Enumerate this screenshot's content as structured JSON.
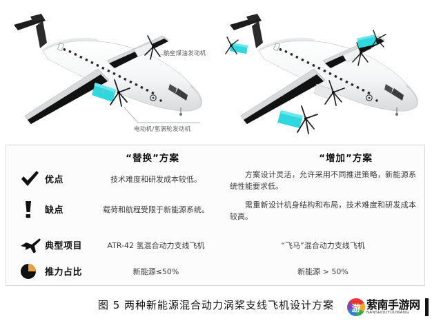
{
  "figure": {
    "left_aircraft": {
      "name": "replace-scheme-aircraft",
      "callouts": [
        {
          "id": "jet-fuel-engine",
          "text": "航空煤油发动机"
        },
        {
          "id": "electric-hydrogen-engine",
          "text": "电动机/氢涡轮发动机"
        }
      ]
    },
    "right_aircraft": {
      "name": "add-scheme-aircraft"
    },
    "colors": {
      "new_energy_cyan": "#2FD8DE",
      "engine_dark": "#1d1d1d",
      "fuselage": "#f2f3f4",
      "wing_dark": "#111111"
    }
  },
  "table": {
    "columns": [
      {
        "id": "scheme-replace",
        "header": "“替换”方案"
      },
      {
        "id": "scheme-add",
        "header": "“增加”方案"
      }
    ],
    "rows": [
      {
        "icon": "check-icon",
        "label": "优点",
        "replace": "技术难度和研发成本较低。",
        "add": "方案设计灵活，允许采用不同推进策略，新能源系统性能要求低。",
        "add_centered": false
      },
      {
        "icon": "exclamation-icon",
        "label": "缺点",
        "replace": "载荷和航程受限于新能源系统。",
        "add": "需重新设计机身结构和布局，技术难度和研发成本较高。",
        "add_centered": false
      },
      {
        "icon": "airplane-icon",
        "label": "典型项目",
        "replace": "ATR-42 氢混合动力支线飞机",
        "add": "“飞马”混合动力支线飞机",
        "add_centered": true
      },
      {
        "icon": "pie-chart-icon",
        "label": "推力占比",
        "replace": "新能源≤50%",
        "add": "新能源 > 50%",
        "add_centered": true
      }
    ]
  },
  "caption": {
    "text": "图 5  两种新能源混合动力涡桨支线飞机设计方案"
  },
  "watermark": {
    "badge_glyph": "游",
    "main_text": "萦南手游网",
    "sub_text": "NANSHOUYOUWANG"
  }
}
